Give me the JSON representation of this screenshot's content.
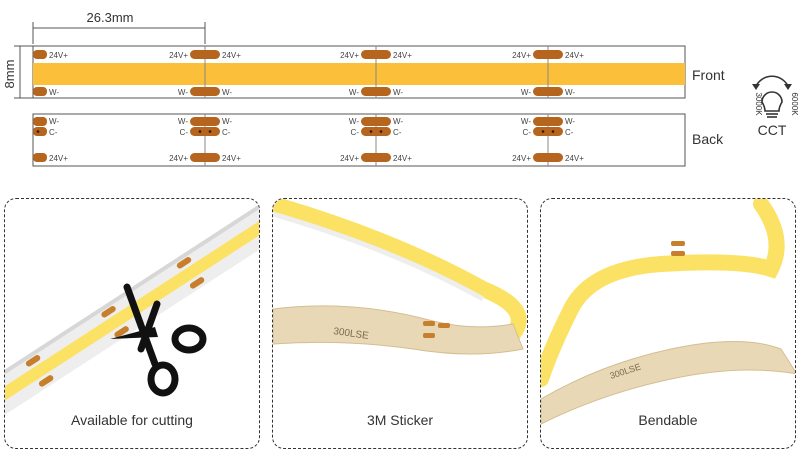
{
  "diagram": {
    "dimension_width": "26.3mm",
    "dimension_height": "8mm",
    "front_label": "Front",
    "back_label": "Back",
    "cct_label": "CCT",
    "cct_low": "3000K",
    "cct_high": "6000K",
    "pad_24v": "24V+",
    "pad_w": "W-",
    "pad_c": "C-",
    "colors": {
      "strip_yellow": "#fbbf3a",
      "pad_copper": "#b5651d",
      "outline": "#555555"
    }
  },
  "panels": [
    {
      "caption": "Available for cutting"
    },
    {
      "caption": "3M Sticker"
    },
    {
      "caption": "Bendable"
    }
  ]
}
